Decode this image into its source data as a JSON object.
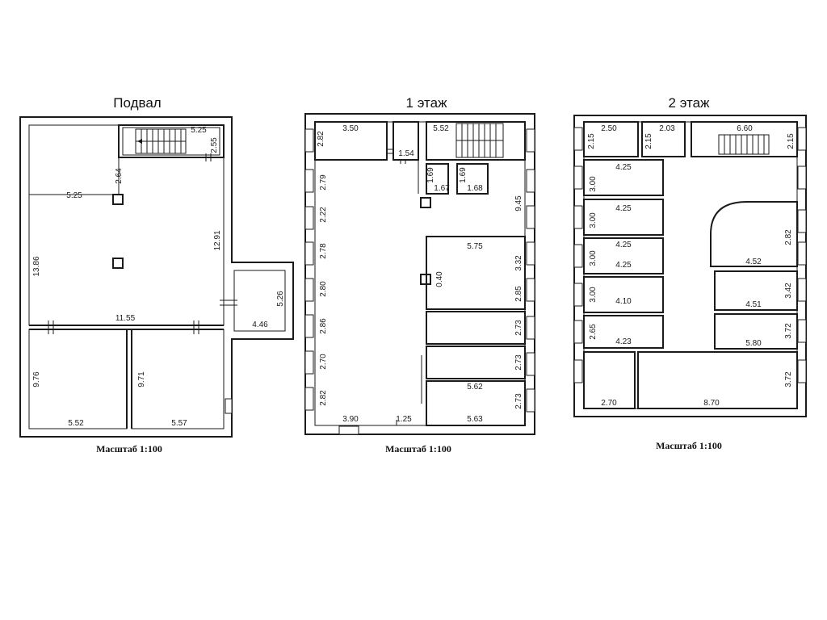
{
  "plans": [
    {
      "title": "Подвал",
      "scale": "Масштаб 1:100",
      "dims": [
        "5.25",
        "2.55",
        "2.64",
        "5.25",
        "12.91",
        "13.86",
        "11.55",
        "5.26",
        "4.46",
        "9.76",
        "5.52",
        "9.71",
        "5.57"
      ]
    },
    {
      "title": "1 этаж",
      "scale": "Масштаб 1:100",
      "dims": [
        "3.50",
        "2.82",
        "1.54",
        "5.52",
        "1.69",
        "1.69",
        "1.67",
        "1.68",
        "9.45",
        "2.79",
        "2.22",
        "2.78",
        "2.80",
        "2.86",
        "2.70",
        "2.82",
        "5.75",
        "3.32",
        "0.40",
        "2.85",
        "2.73",
        "2.73",
        "5.62",
        "2.73",
        "5.63",
        "3.90",
        "1.25"
      ]
    },
    {
      "title": "2 этаж",
      "scale": "Масштаб 1:100",
      "dims": [
        "2.50",
        "2.15",
        "2.03",
        "2.15",
        "6.60",
        "2.15",
        "4.25",
        "3.00",
        "4.25",
        "3.00",
        "4.25",
        "3.00",
        "4.25",
        "3.00",
        "4.10",
        "2.65",
        "4.23",
        "2.82",
        "4.52",
        "3.42",
        "4.51",
        "3.72",
        "5.80",
        "3.72",
        "2.70",
        "8.70"
      ]
    }
  ]
}
